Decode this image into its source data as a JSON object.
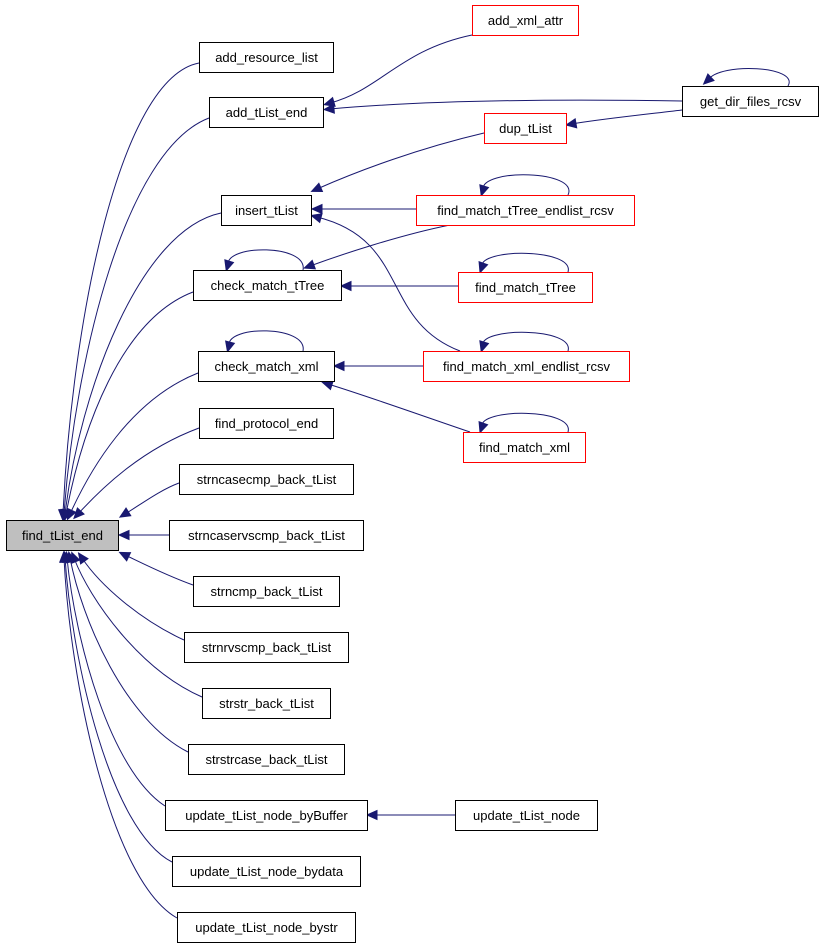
{
  "colors": {
    "edge": "#191970",
    "root_fill": "#bfbfbf",
    "node_border": "#000000",
    "truncated_border": "#ff0000",
    "node_fill": "#ffffff"
  },
  "nodes": [
    {
      "id": "find_tList_end",
      "label": "find_tList_end",
      "style": "root"
    },
    {
      "id": "add_resource_list",
      "label": "add_resource_list",
      "style": "normal"
    },
    {
      "id": "add_tList_end",
      "label": "add_tList_end",
      "style": "normal"
    },
    {
      "id": "insert_tList",
      "label": "insert_tList",
      "style": "normal"
    },
    {
      "id": "check_match_tTree",
      "label": "check_match_tTree",
      "style": "normal"
    },
    {
      "id": "check_match_xml",
      "label": "check_match_xml",
      "style": "normal"
    },
    {
      "id": "find_protocol_end",
      "label": "find_protocol_end",
      "style": "normal"
    },
    {
      "id": "strncasecmp_back_tList",
      "label": "strncasecmp_back_tList",
      "style": "normal"
    },
    {
      "id": "strncaservscmp_back_tList",
      "label": "strncaservscmp_back_tList",
      "style": "normal"
    },
    {
      "id": "strncmp_back_tList",
      "label": "strncmp_back_tList",
      "style": "normal"
    },
    {
      "id": "strnrvscmp_back_tList",
      "label": "strnrvscmp_back_tList",
      "style": "normal"
    },
    {
      "id": "strstr_back_tList",
      "label": "strstr_back_tList",
      "style": "normal"
    },
    {
      "id": "strstrcase_back_tList",
      "label": "strstrcase_back_tList",
      "style": "normal"
    },
    {
      "id": "update_tList_node_byBuffer",
      "label": "update_tList_node_byBuffer",
      "style": "normal"
    },
    {
      "id": "update_tList_node_bydata",
      "label": "update_tList_node_bydata",
      "style": "normal"
    },
    {
      "id": "update_tList_node_bystr",
      "label": "update_tList_node_bystr",
      "style": "normal"
    },
    {
      "id": "add_xml_attr",
      "label": "add_xml_attr",
      "style": "truncated"
    },
    {
      "id": "get_dir_files_rcsv",
      "label": "get_dir_files_rcsv",
      "style": "normal"
    },
    {
      "id": "dup_tList",
      "label": "dup_tList",
      "style": "truncated"
    },
    {
      "id": "find_match_tTree_endlist_rcsv",
      "label": "find_match_tTree_endlist_rcsv",
      "style": "truncated"
    },
    {
      "id": "find_match_tTree",
      "label": "find_match_tTree",
      "style": "truncated"
    },
    {
      "id": "find_match_xml_endlist_rcsv",
      "label": "find_match_xml_endlist_rcsv",
      "style": "truncated"
    },
    {
      "id": "find_match_xml",
      "label": "find_match_xml",
      "style": "truncated"
    },
    {
      "id": "update_tList_node",
      "label": "update_tList_node",
      "style": "normal"
    }
  ],
  "edges": [
    {
      "from": "add_resource_list",
      "to": "find_tList_end"
    },
    {
      "from": "add_tList_end",
      "to": "find_tList_end"
    },
    {
      "from": "insert_tList",
      "to": "find_tList_end"
    },
    {
      "from": "check_match_tTree",
      "to": "find_tList_end"
    },
    {
      "from": "check_match_xml",
      "to": "find_tList_end"
    },
    {
      "from": "find_protocol_end",
      "to": "find_tList_end"
    },
    {
      "from": "strncasecmp_back_tList",
      "to": "find_tList_end"
    },
    {
      "from": "strncaservscmp_back_tList",
      "to": "find_tList_end"
    },
    {
      "from": "strncmp_back_tList",
      "to": "find_tList_end"
    },
    {
      "from": "strnrvscmp_back_tList",
      "to": "find_tList_end"
    },
    {
      "from": "strstr_back_tList",
      "to": "find_tList_end"
    },
    {
      "from": "strstrcase_back_tList",
      "to": "find_tList_end"
    },
    {
      "from": "update_tList_node_byBuffer",
      "to": "find_tList_end"
    },
    {
      "from": "update_tList_node_bydata",
      "to": "find_tList_end"
    },
    {
      "from": "update_tList_node_bystr",
      "to": "find_tList_end"
    },
    {
      "from": "add_xml_attr",
      "to": "add_tList_end"
    },
    {
      "from": "get_dir_files_rcsv",
      "to": "add_tList_end"
    },
    {
      "from": "get_dir_files_rcsv",
      "to": "dup_tList"
    },
    {
      "from": "get_dir_files_rcsv",
      "to": "get_dir_files_rcsv"
    },
    {
      "from": "dup_tList",
      "to": "insert_tList"
    },
    {
      "from": "find_match_tTree_endlist_rcsv",
      "to": "insert_tList"
    },
    {
      "from": "find_match_xml_endlist_rcsv",
      "to": "insert_tList"
    },
    {
      "from": "find_match_tTree_endlist_rcsv",
      "to": "find_match_tTree_endlist_rcsv"
    },
    {
      "from": "check_match_tTree",
      "to": "check_match_tTree"
    },
    {
      "from": "find_match_tTree_endlist_rcsv",
      "to": "check_match_tTree"
    },
    {
      "from": "find_match_tTree",
      "to": "check_match_tTree"
    },
    {
      "from": "find_match_tTree",
      "to": "find_match_tTree"
    },
    {
      "from": "check_match_xml",
      "to": "check_match_xml"
    },
    {
      "from": "find_match_xml_endlist_rcsv",
      "to": "check_match_xml"
    },
    {
      "from": "find_match_xml",
      "to": "check_match_xml"
    },
    {
      "from": "find_match_xml_endlist_rcsv",
      "to": "find_match_xml_endlist_rcsv"
    },
    {
      "from": "find_match_xml",
      "to": "find_match_xml"
    },
    {
      "from": "update_tList_node",
      "to": "update_tList_node_byBuffer"
    }
  ]
}
